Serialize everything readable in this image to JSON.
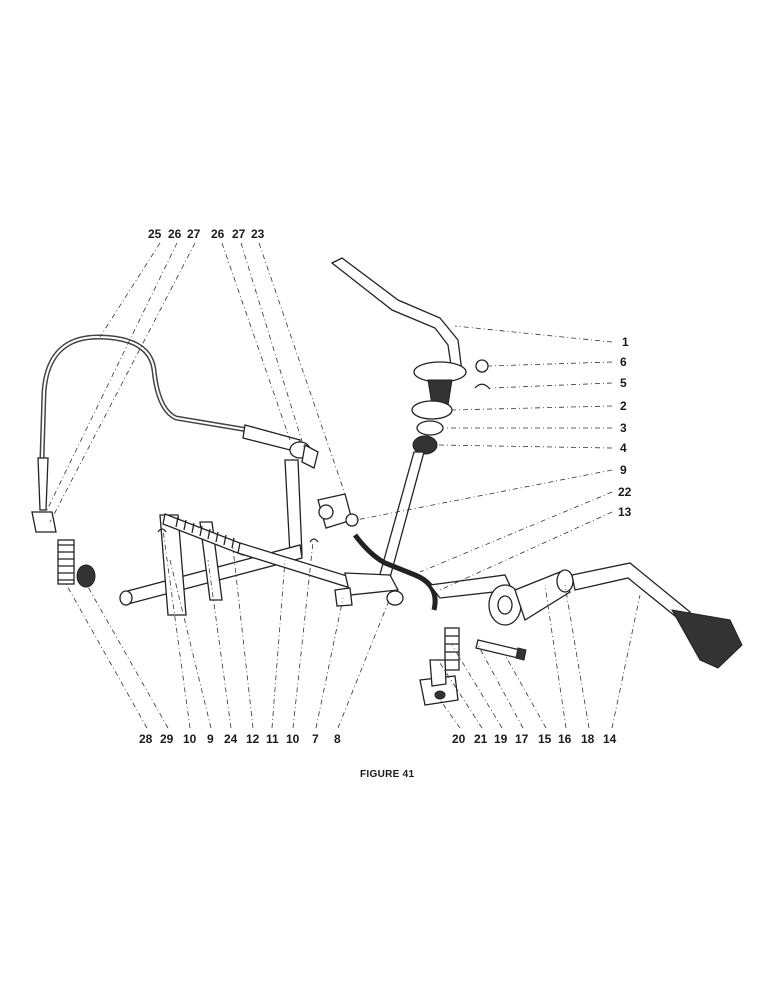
{
  "figure": {
    "caption": "FIGURE 41",
    "top_labels": [
      "25",
      "26",
      "27",
      "26",
      "27",
      "23"
    ],
    "right_labels": [
      "1",
      "6",
      "5",
      "2",
      "3",
      "4",
      "9",
      "22",
      "13"
    ],
    "bottom_labels": [
      "28",
      "29",
      "10",
      "9",
      "24",
      "12",
      "11",
      "10",
      "7",
      "8",
      "20",
      "21",
      "19",
      "17",
      "15",
      "16",
      "18",
      "14"
    ]
  }
}
